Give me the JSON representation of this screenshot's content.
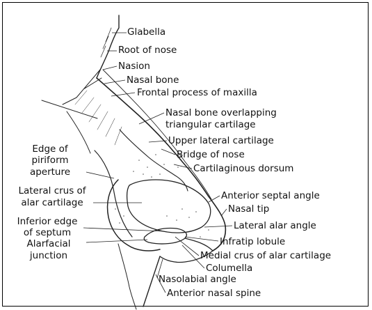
{
  "labels": {
    "glabella": "Glabella",
    "root_of_nose": "Root of nose",
    "nasion": "Nasion",
    "nasal_bone": "Nasal bone",
    "frontal_process": "Frontal process of maxilla",
    "nasal_bone_overlap_1": "Nasal bone overlapping",
    "nasal_bone_overlap_2": "triangular cartilage",
    "upper_lateral_cartilage": "Upper lateral cartilage",
    "bridge_of_nose": "Bridge of nose",
    "cartilaginous_dorsum": "Cartilaginous dorsum",
    "edge_piriform_1": "Edge of",
    "edge_piriform_2": "piriform",
    "edge_piriform_3": "aperture",
    "lateral_crus_1": "Lateral crus of",
    "lateral_crus_2": "alar cartilage",
    "anterior_septal_angle": "Anterior septal angle",
    "nasal_tip": "Nasal tip",
    "inferior_edge_1": "Inferior edge",
    "inferior_edge_2": "of septum",
    "lateral_alar_angle": "Lateral alar angle",
    "alarfacial_1": "Alarfacial",
    "alarfacial_2": "junction",
    "infratip_lobule": "Infratip lobule",
    "medial_crus": "Medial crus of alar cartilage",
    "columella": "Columella",
    "nasolabial_angle": "Nasolabial angle",
    "anterior_nasal_spine": "Anterior nasal spine"
  },
  "colors": {
    "ink": "#111111",
    "border": "#000000"
  }
}
